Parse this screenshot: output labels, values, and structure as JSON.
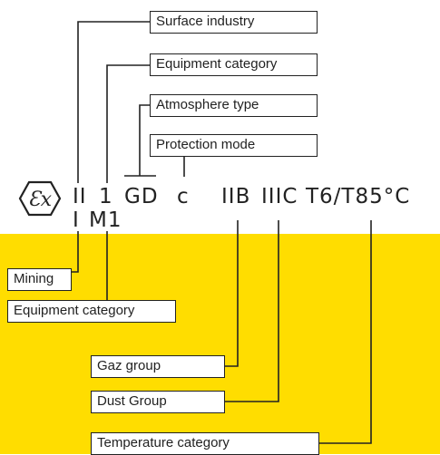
{
  "marking_row_1": {
    "group": "II",
    "category": "1",
    "atmosphere": "GD",
    "protection": "c",
    "gas_group": "IIB",
    "dust_group": "IIIC",
    "temperature": "T6/T85°C"
  },
  "marking_row_2": {
    "group": "I",
    "category": "M1"
  },
  "labels": {
    "surface_industry": "Surface industry",
    "equipment_category_top": "Equipment category",
    "atmosphere_type": "Atmosphere type",
    "protection_mode": "Protection mode",
    "mining": "Mining",
    "equipment_category_bottom": "Equipment category",
    "gaz_group": "Gaz group",
    "dust_group": "Dust Group",
    "temperature_category": "Temperature category"
  },
  "colors": {
    "background": "#ffffff",
    "band": "#ffdd00",
    "line": "#222222"
  },
  "icons": [
    "ex-atex-icon"
  ]
}
